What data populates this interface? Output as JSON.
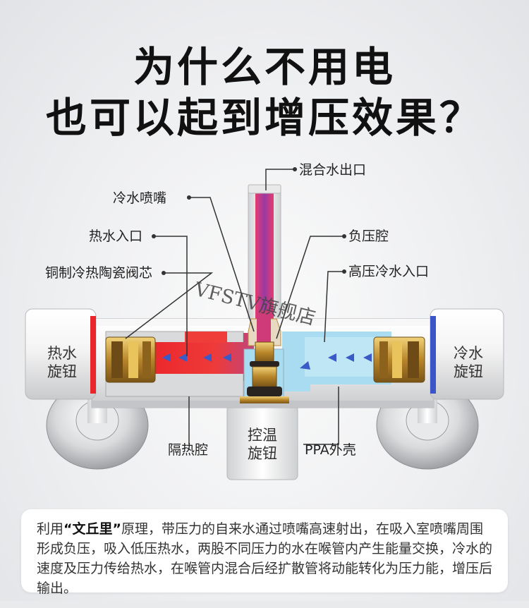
{
  "title": {
    "line1": "为什么不用电",
    "line2": "也可以起到增压效果？"
  },
  "labels": {
    "mixed_outlet": "混合水出口",
    "cold_nozzle": "冷水喷嘴",
    "hot_inlet": "热水入口",
    "negative_chamber": "负压腔",
    "valve_core": "铜制冷热陶瓷阀芯",
    "hp_cold_inlet": "高压冷水入口",
    "insulation": "隔热腔",
    "ppa_shell": "PPA外壳"
  },
  "knobs": {
    "hot": [
      "热水",
      "旋钮"
    ],
    "cold": [
      "冷水",
      "旋钮"
    ],
    "temp": [
      "控温",
      "旋钮"
    ]
  },
  "watermark": "VFSTV旗舰店",
  "description": {
    "prefix": "利用",
    "highlight": "“文丘里”",
    "body": "原理，带压力的自来水通过喷嘴高速射出，在吸入室喷嘴周围形成负压，吸入低压热水，两股不同压力的水在喉管内产生能量交换，冷水的速度及压力传给热水，在喉管内混合后经扩散管将动能转化为压力能，增压后输出。"
  },
  "colors": {
    "hot": "#e8262c",
    "cold": "#a6ddf2",
    "mixed": "#c8357a",
    "brass": "#c99a2e",
    "arrow": "#3a5bc7"
  }
}
